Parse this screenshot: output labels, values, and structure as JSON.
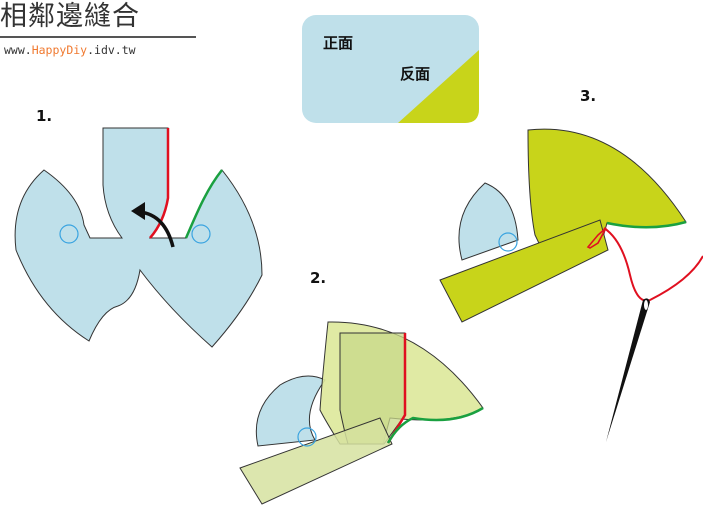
{
  "header": {
    "title": "相鄰邊縫合",
    "url_prefix": "www.",
    "url_brand": "HappyDiy",
    "url_suffix": ".idv.tw"
  },
  "legend": {
    "front_label": "正面",
    "back_label": "反面"
  },
  "steps": {
    "step1": "1.",
    "step2": "2.",
    "step3": "3."
  },
  "colors": {
    "fabric_front": "#bfe0ea",
    "fabric_back": "#c8d41a",
    "seam_red": "#e01020",
    "seam_green": "#1aa040",
    "marker_circle": "#3aa4e0",
    "outline": "#333333"
  }
}
